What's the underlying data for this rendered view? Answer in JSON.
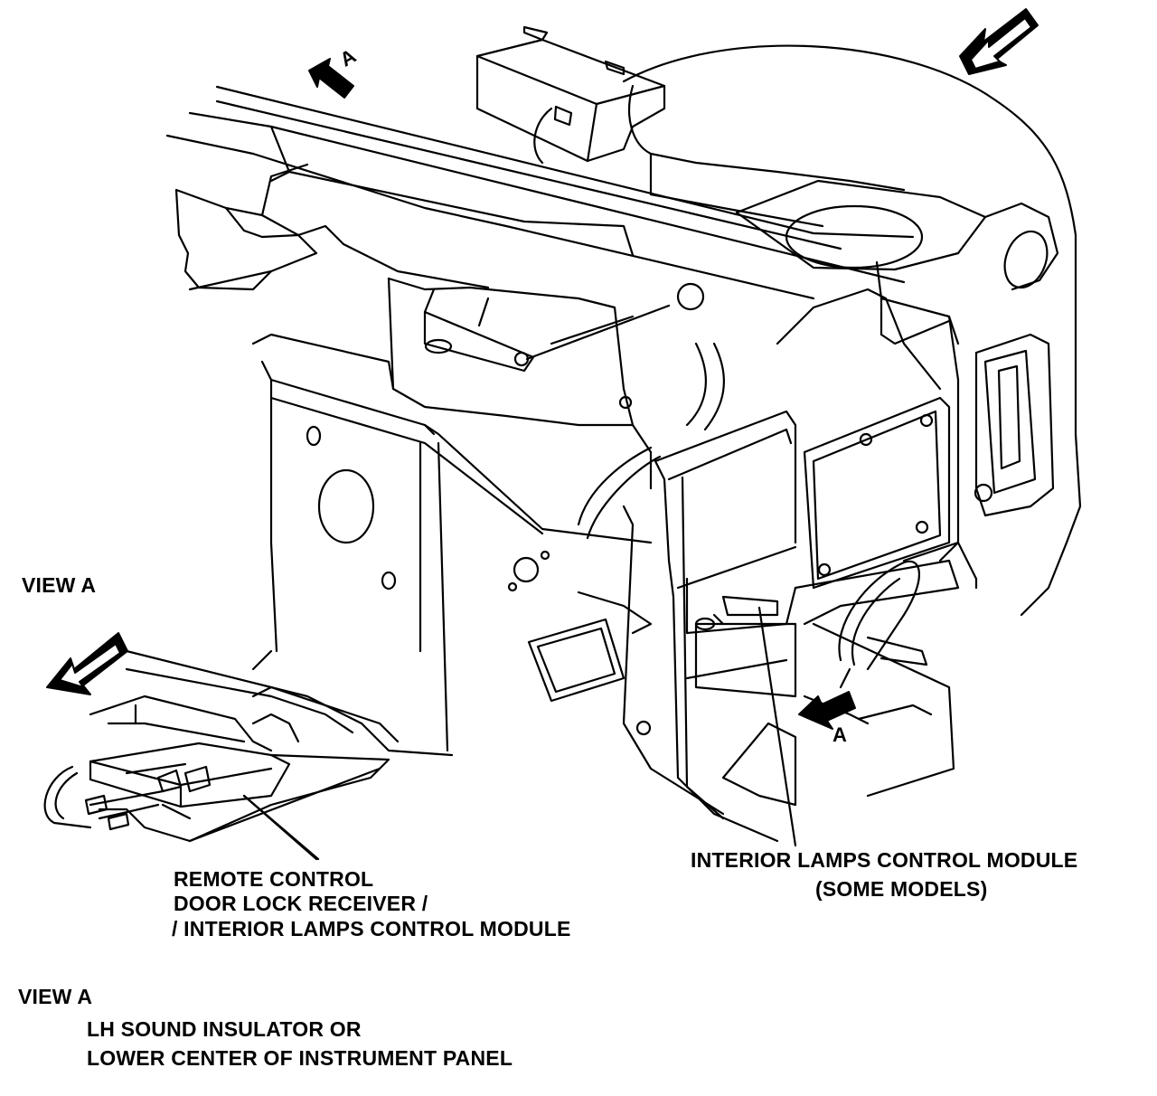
{
  "callouts": {
    "view_a_upper": "VIEW   A",
    "remote_module": {
      "line1": "REMOTE CONTROL",
      "line2": "DOOR LOCK RECEIVER /",
      "line3": "/ INTERIOR LAMPS CONTROL MODULE"
    },
    "interior_module": {
      "line1": "INTERIOR LAMPS CONTROL MODULE",
      "line2": "(SOME MODELS)"
    },
    "view_arrow_letter": "A"
  },
  "legend": {
    "title": "VIEW   A",
    "line1": "LH SOUND INSULATOR OR",
    "line2": "LOWER CENTER OF INSTRUMENT PANEL"
  },
  "colors": {
    "ink": "#000000",
    "paper": "#ffffff"
  }
}
